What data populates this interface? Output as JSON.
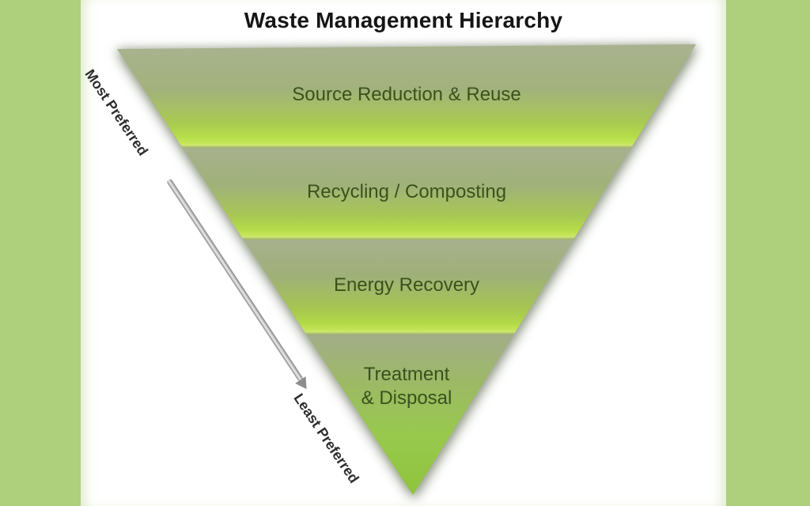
{
  "title": "Waste Management Hierarchy",
  "pyramid": {
    "levels": [
      {
        "rank": 1,
        "label": "Source Reduction & Reuse"
      },
      {
        "rank": 2,
        "label": "Recycling / Composting"
      },
      {
        "rank": 3,
        "label": "Energy Recovery"
      },
      {
        "rank": 4,
        "label": "Treatment\n& Disposal"
      }
    ]
  },
  "preference_axis": {
    "most_label": "Most Preferred",
    "least_label": "Least Preferred",
    "arrow_icon": "diagonal-arrow-down-right"
  },
  "colors": {
    "side_bars": "#aecf7c",
    "canvas": "#ffffff",
    "title_text": "#151515",
    "level_text": "#3a511d",
    "band_gradient_top": "#a7b18d",
    "band_gradient_bottom": "#b5dd4a",
    "separator_highlight": "#d6ec7d",
    "tip_green": "#8fc43c",
    "arrow_gray": "#8d8d8d",
    "axis_label_text": "#2d2d2d"
  }
}
